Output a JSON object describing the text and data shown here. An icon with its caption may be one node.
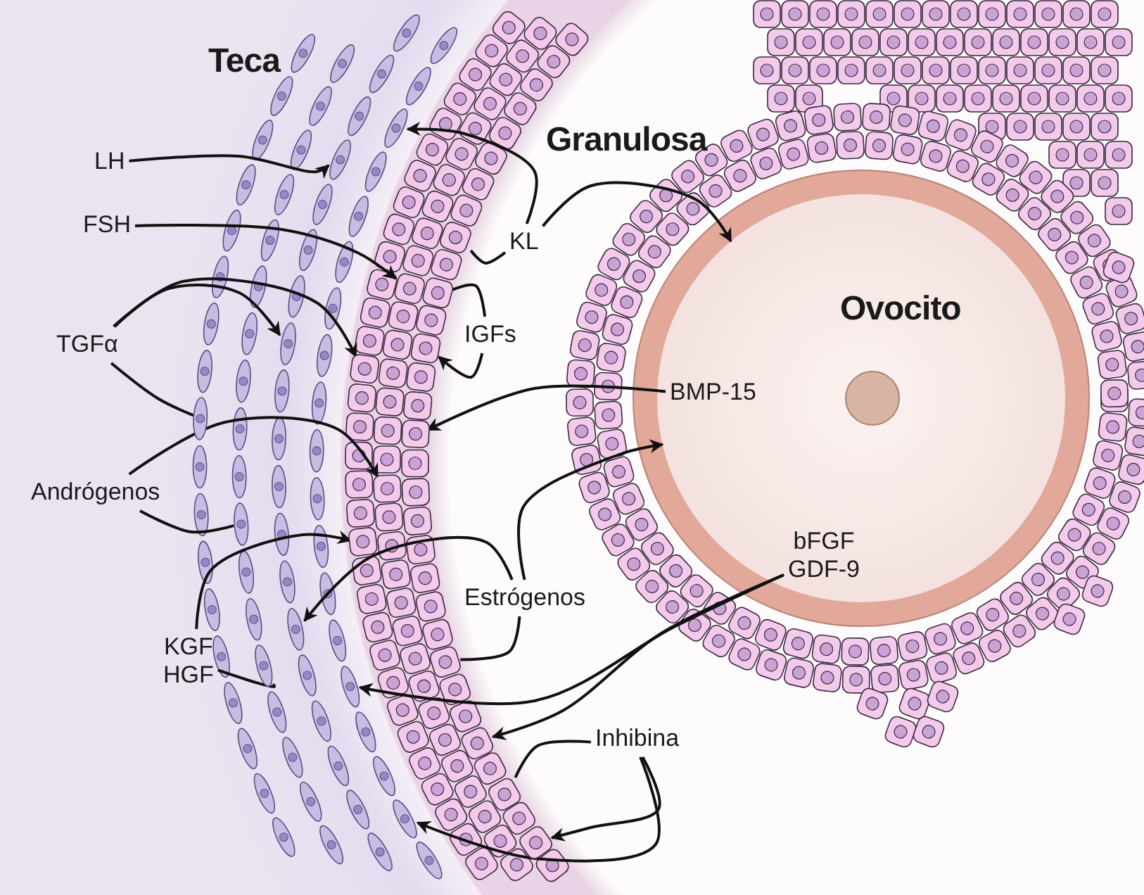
{
  "diagram": {
    "nodes": [
      {
        "text": [
          "Ovocito"
        ]
      },
      {
        "text": [
          "LH"
        ]
      },
      {
        "text": [
          "FSH"
        ]
      },
      {
        "text": [
          "TGFα"
        ]
      },
      {
        "text": [
          "Andrógenos"
        ]
      },
      {
        "text": [
          "KL"
        ]
      },
      {
        "text": [
          "IGFs"
        ]
      },
      {
        "text": [
          "BMP-15"
        ],
        "in": 0
      },
      {
        "text": [
          "Estrógenos"
        ]
      },
      {
        "text": [
          "KGF",
          "HGF"
        ]
      },
      {
        "text": [
          "bFGF",
          "GDF-9"
        ],
        "in": 0
      },
      {
        "text": [
          "Inhibina"
        ]
      },
      {
        "text": [],
        "shape": "ellipse"
      },
      {
        "text": [],
        "shape": "ellipse"
      },
      {
        "text": [],
        "shape": "ellipse"
      },
      {
        "text": [],
        "shape": "ellipse"
      },
      {
        "text": [],
        "shape": "ellipse"
      },
      {
        "text": [],
        "shape": "ellipse"
      },
      {
        "text": [],
        "shape": "ellipse"
      },
      {
        "text": [],
        "shape": "ellipse"
      },
      {
        "text": [],
        "shape": "ellipse"
      },
      {
        "text": [],
        "shape": "box"
      },
      {
        "text": [],
        "shape": "box"
      },
      {
        "text": [],
        "shape": "box"
      },
      {
        "text": [],
        "shape": "box"
      },
      {
        "text": [],
        "shape": "box"
      },
      {
        "text": [],
        "shape": "box"
      },
      {
        "text": [],
        "shape": "box"
      },
      {
        "text": [],
        "shape": "box"
      },
      {
        "text": [],
        "shape": "box"
      },
      {
        "text": [],
        "shape": "box"
      },
      {
        "text": [],
        "shape": "box"
      },
      {
        "text": [],
        "shape": "box"
      }
    ],
    "edges": [
      {
        "from": 1,
        "to": 13,
        "arrow": "to"
      },
      {
        "from": 2,
        "to": 22,
        "arrow": "to"
      },
      {
        "from": 15,
        "to": 3,
        "arrow": "none"
      },
      {
        "from": 3,
        "to": 14,
        "arrow": "to"
      },
      {
        "from": 3,
        "to": 25,
        "arrow": "to"
      },
      {
        "from": 16,
        "to": 4,
        "arrow": "none"
      },
      {
        "from": 4,
        "to": 27,
        "arrow": "to"
      },
      {
        "from": 21,
        "to": 5,
        "arrow": "none"
      },
      {
        "from": 5,
        "to": 12,
        "arrow": "to"
      },
      {
        "from": 5,
        "to": 0,
        "arrow": "to"
      },
      {
        "from": 23,
        "to": 6,
        "arrow": "none"
      },
      {
        "from": 6,
        "to": 24,
        "arrow": "to"
      },
      {
        "from": 7,
        "to": 26,
        "arrow": "to"
      },
      {
        "from": 29,
        "to": 8,
        "arrow": "none"
      },
      {
        "from": 8,
        "to": 0,
        "arrow": "to"
      },
      {
        "from": 8,
        "to": 17,
        "arrow": "to"
      },
      {
        "from": 18,
        "to": 9,
        "arrow": "none"
      },
      {
        "from": 9,
        "to": 28,
        "arrow": "to"
      },
      {
        "from": 10,
        "to": 19,
        "arrow": "to"
      },
      {
        "from": 10,
        "to": 30,
        "arrow": "to"
      },
      {
        "from": 31,
        "to": 11,
        "arrow": "none"
      },
      {
        "from": 11,
        "to": 32,
        "arrow": "to"
      },
      {
        "from": 11,
        "to": 20,
        "arrow": "to"
      }
    ],
    "labels": [
      "Teca",
      "Granulosa"
    ]
  }
}
